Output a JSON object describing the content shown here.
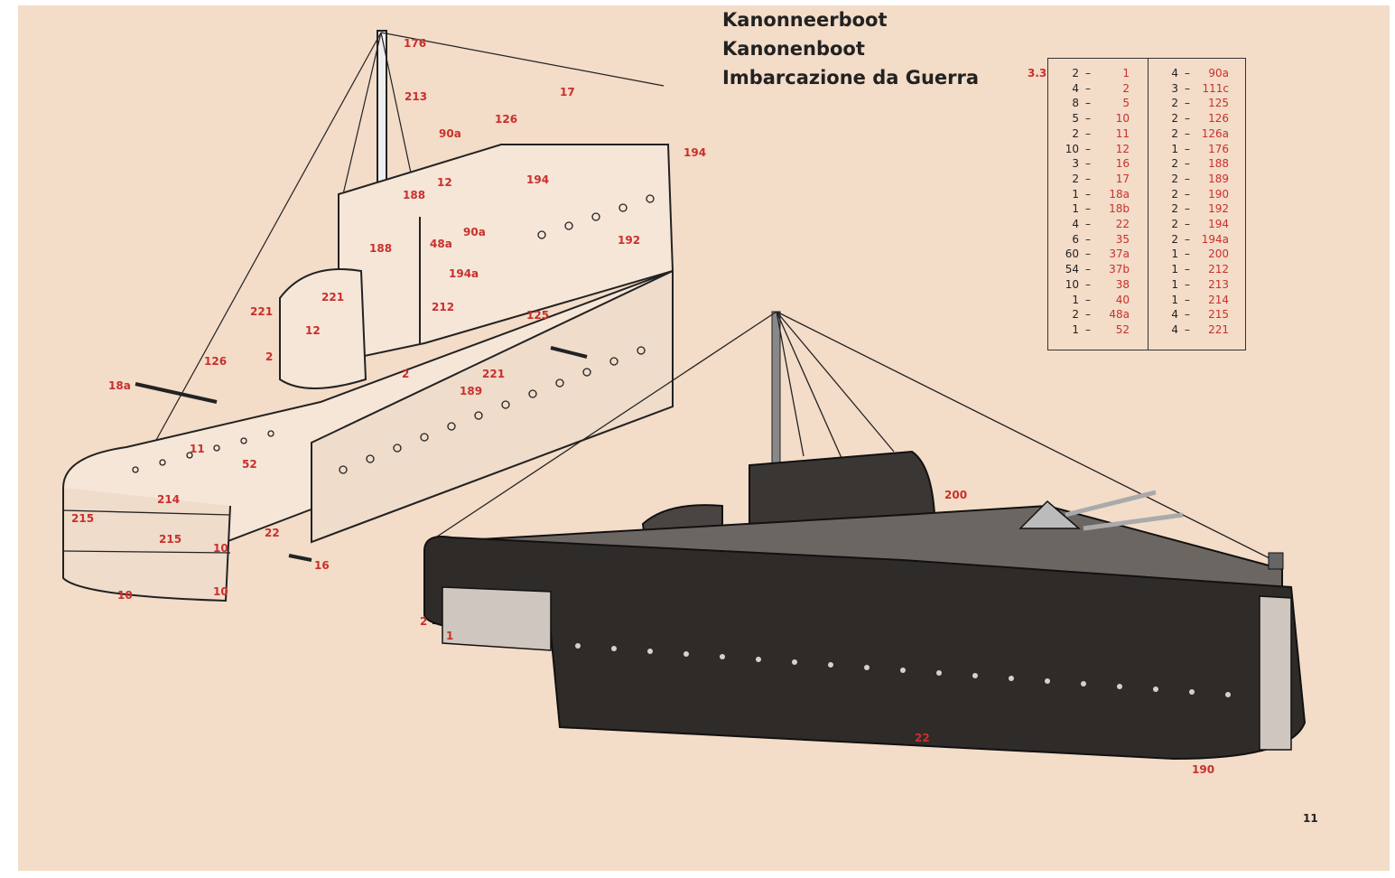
{
  "titles": {
    "line1": "Kanonneerboot",
    "line2": "Kanonenboot",
    "line3": "Imbarcazione da Guerra"
  },
  "model_number": "3.3",
  "parts_list": {
    "left": [
      {
        "qty": "2",
        "part": "1"
      },
      {
        "qty": "4",
        "part": "2"
      },
      {
        "qty": "8",
        "part": "5"
      },
      {
        "qty": "5",
        "part": "10"
      },
      {
        "qty": "2",
        "part": "11"
      },
      {
        "qty": "10",
        "part": "12"
      },
      {
        "qty": "3",
        "part": "16"
      },
      {
        "qty": "2",
        "part": "17"
      },
      {
        "qty": "1",
        "part": "18a"
      },
      {
        "qty": "1",
        "part": "18b"
      },
      {
        "qty": "4",
        "part": "22"
      },
      {
        "qty": "6",
        "part": "35"
      },
      {
        "qty": "60",
        "part": "37a"
      },
      {
        "qty": "54",
        "part": "37b"
      },
      {
        "qty": "10",
        "part": "38"
      },
      {
        "qty": "1",
        "part": "40"
      },
      {
        "qty": "2",
        "part": "48a"
      },
      {
        "qty": "1",
        "part": "52"
      }
    ],
    "right": [
      {
        "qty": "4",
        "part": "90a"
      },
      {
        "qty": "3",
        "part": "111c"
      },
      {
        "qty": "2",
        "part": "125"
      },
      {
        "qty": "2",
        "part": "126"
      },
      {
        "qty": "2",
        "part": "126a"
      },
      {
        "qty": "1",
        "part": "176"
      },
      {
        "qty": "2",
        "part": "188"
      },
      {
        "qty": "2",
        "part": "189"
      },
      {
        "qty": "2",
        "part": "190"
      },
      {
        "qty": "2",
        "part": "192"
      },
      {
        "qty": "2",
        "part": "194"
      },
      {
        "qty": "2",
        "part": "194a"
      },
      {
        "qty": "1",
        "part": "200"
      },
      {
        "qty": "1",
        "part": "212"
      },
      {
        "qty": "1",
        "part": "213"
      },
      {
        "qty": "1",
        "part": "214"
      },
      {
        "qty": "4",
        "part": "215"
      },
      {
        "qty": "4",
        "part": "221"
      }
    ],
    "dash": "–"
  },
  "diagram_labels": {
    "l176": "176",
    "l213": "213",
    "l17": "17",
    "l126a": "126",
    "l194a": "194",
    "l90a1": "90a",
    "l12a": "12",
    "l194b": "194",
    "l188a": "188",
    "l188b": "188",
    "l48a": "48a",
    "l90a2": "90a",
    "l192": "192",
    "l194c": "194a",
    "l221a": "221",
    "l221b": "221",
    "l212": "212",
    "l125": "125",
    "l12b": "12",
    "l126b": "126",
    "l2a": "2",
    "l2b": "2",
    "l221c": "221",
    "l189": "189",
    "l18a": "18a",
    "l11": "11",
    "l52": "52",
    "l214": "214",
    "l215a": "215",
    "l215b": "215",
    "l10a": "10",
    "l10b": "10",
    "l10c": "10",
    "l22a": "22",
    "l16": "16",
    "l200": "200",
    "l2c": "2",
    "l1": "1",
    "l22b": "22",
    "l190": "190"
  },
  "page_number": "11"
}
